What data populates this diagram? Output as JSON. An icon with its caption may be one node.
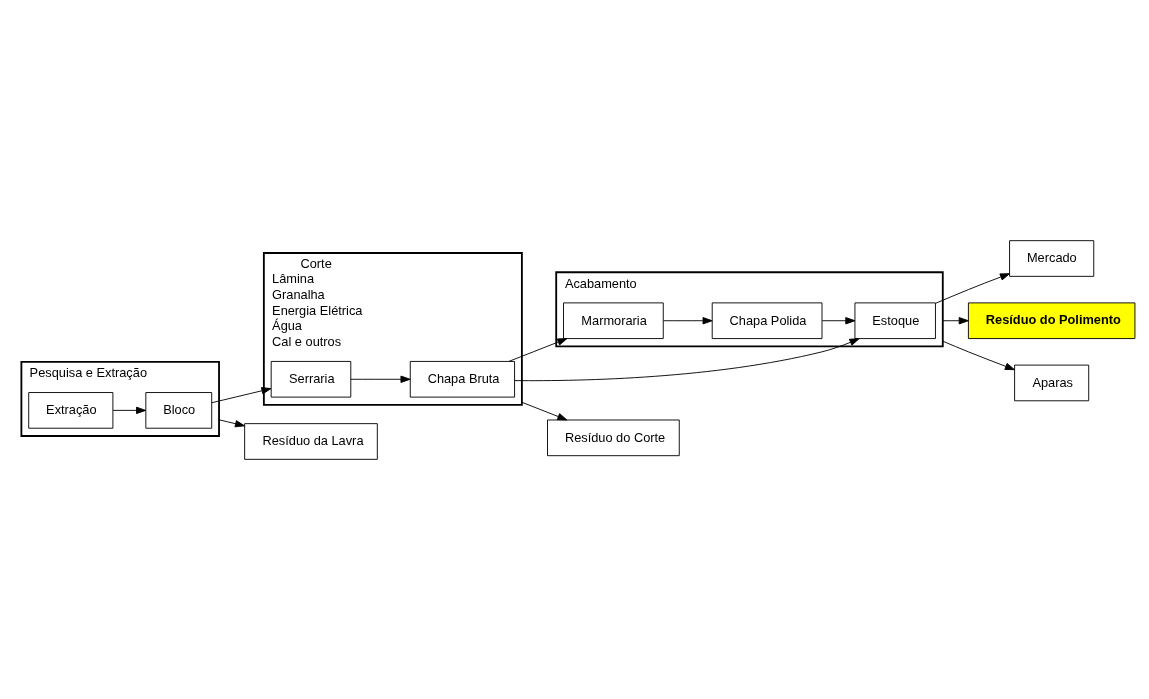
{
  "diagram": {
    "nodes": [
      {
        "text": [
          "Pesquisa e Extração"
        ]
      },
      {
        "text": [
          "Extração"
        ],
        "in": 0
      },
      {
        "text": [
          "Bloco"
        ],
        "in": 0
      },
      {
        "text": [
          "Corte",
          "Lâmina",
          "Granalha",
          "Energia Elétrica",
          "Água",
          "Cal e outros"
        ]
      },
      {
        "text": [
          "Serraria"
        ],
        "in": 3
      },
      {
        "text": [
          "Chapa Bruta"
        ],
        "in": 3
      },
      {
        "text": [
          "Acabamento"
        ]
      },
      {
        "text": [
          "Marmoraria"
        ],
        "in": 6
      },
      {
        "text": [
          "Chapa Polida"
        ],
        "in": 6
      },
      {
        "text": [
          "Estoque"
        ],
        "in": 6
      },
      {
        "text": [
          "Mercado"
        ]
      },
      {
        "text": [
          "Resíduo da Lavra"
        ]
      },
      {
        "text": [
          "Resíduo do Corte"
        ]
      },
      {
        "text": [
          "Resíduo do Polimento"
        ]
      },
      {
        "text": [
          "Aparas"
        ]
      }
    ],
    "edges": [
      {
        "from": 1,
        "to": 2,
        "arrow": "to"
      },
      {
        "from": 2,
        "to": 4,
        "arrow": "to"
      },
      {
        "from": 4,
        "to": 5,
        "arrow": "to"
      },
      {
        "from": 5,
        "to": 7,
        "arrow": "to"
      },
      {
        "from": 7,
        "to": 8,
        "arrow": "to"
      },
      {
        "from": 5,
        "to": 9,
        "arrow": "to"
      },
      {
        "from": 8,
        "to": 9,
        "arrow": "to"
      },
      {
        "from": 9,
        "to": 10,
        "arrow": "to"
      },
      {
        "from": 0,
        "to": 11,
        "arrow": "to"
      },
      {
        "from": 3,
        "to": 12,
        "arrow": "to"
      },
      {
        "from": 6,
        "to": 13,
        "arrow": "to"
      },
      {
        "from": 6,
        "to": 14,
        "arrow": "to"
      }
    ]
  }
}
